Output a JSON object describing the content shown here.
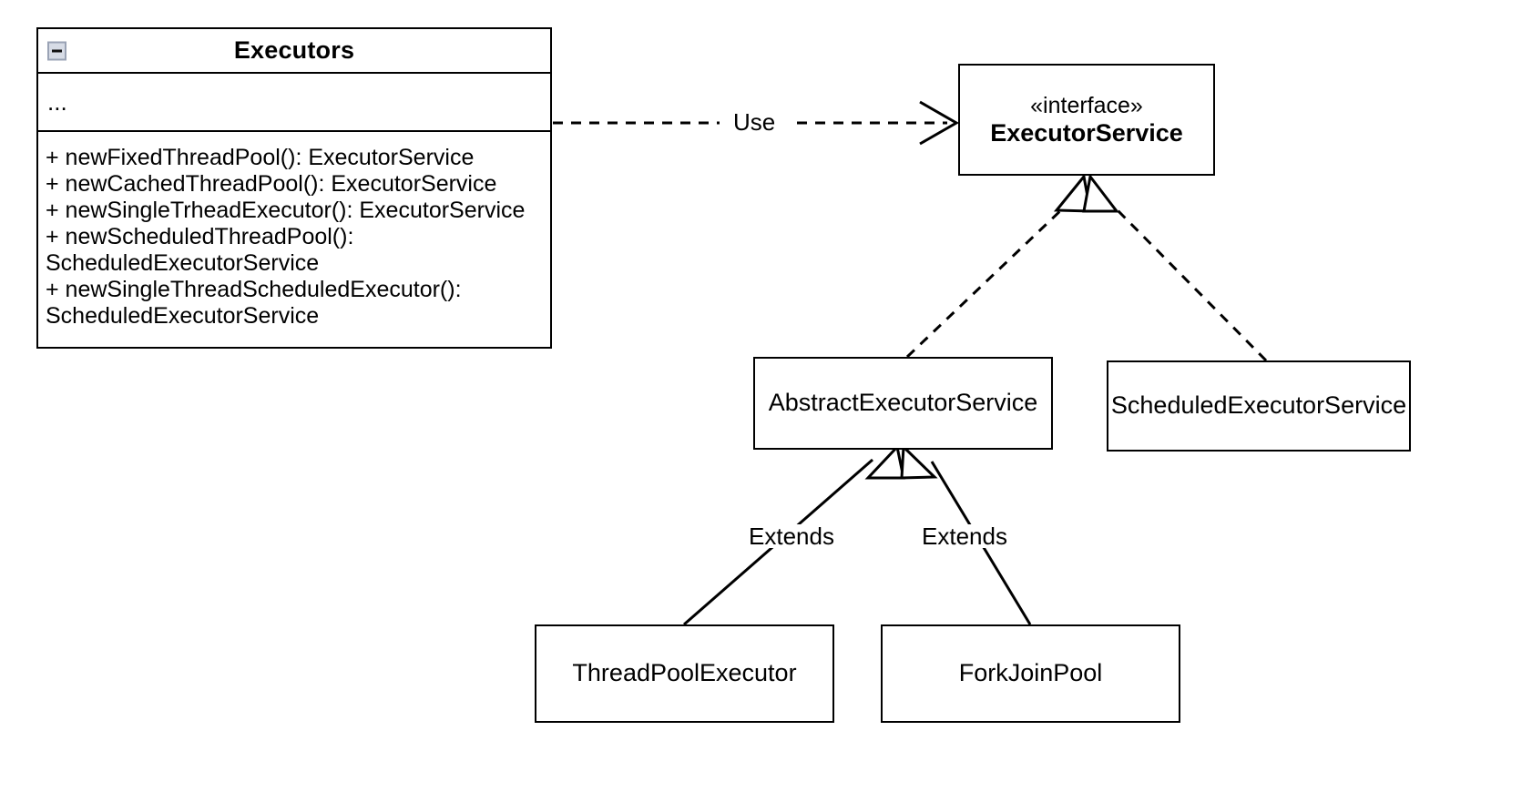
{
  "diagram": {
    "title": "Java Executors UML class diagram",
    "stroke_color": "#000000",
    "background_color": "#ffffff"
  },
  "nodes": {
    "executors": {
      "name": "Executors",
      "collapse_icon": "minus-collapse-icon",
      "attributes": "...",
      "methods": [
        "+ newFixedThreadPool(): ExecutorService",
        "+ newCachedThreadPool(): ExecutorService",
        "+ newSingleTrheadExecutor(): ExecutorService",
        "+ newScheduledThreadPool(): ScheduledExecutorService",
        "+ newSingleThreadScheduledExecutor(): ScheduledExecutorService"
      ]
    },
    "executor_service": {
      "stereotype": "«interface»",
      "name": "ExecutorService"
    },
    "abstract_executor_service": {
      "name": "AbstractExecutorService"
    },
    "scheduled_executor_service": {
      "name": "ScheduledExecutorService"
    },
    "thread_pool_executor": {
      "name": "ThreadPoolExecutor"
    },
    "fork_join_pool": {
      "name": "ForkJoinPool"
    }
  },
  "edges": {
    "use": {
      "label": "Use",
      "type": "dependency",
      "from": "Executors",
      "to": "ExecutorService"
    },
    "realize_abstract": {
      "label": "",
      "type": "realization",
      "from": "AbstractExecutorService",
      "to": "ExecutorService"
    },
    "realize_scheduled": {
      "label": "",
      "type": "realization",
      "from": "ScheduledExecutorService",
      "to": "ExecutorService"
    },
    "extends_tpe": {
      "label": "Extends",
      "type": "generalization",
      "from": "ThreadPoolExecutor",
      "to": "AbstractExecutorService"
    },
    "extends_fjp": {
      "label": "Extends",
      "type": "generalization",
      "from": "ForkJoinPool",
      "to": "AbstractExecutorService"
    }
  }
}
